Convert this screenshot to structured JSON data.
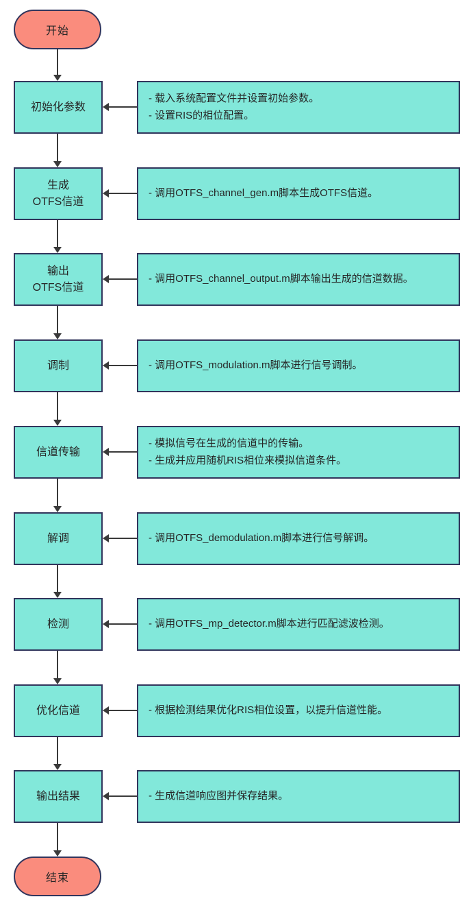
{
  "diagram": {
    "title_semantic": "OTFS-RIS simulation flowchart",
    "start_label": "开始",
    "end_label": "结束",
    "steps": [
      {
        "id": "init-params",
        "label": "初始化参数",
        "note": "- 载入系统配置文件并设置初始参数。\n- 设置RIS的相位配置。"
      },
      {
        "id": "gen-otfs-channel",
        "label": "生成\nOTFS信道",
        "note": "- 调用OTFS_channel_gen.m脚本生成OTFS信道。"
      },
      {
        "id": "output-otfs-channel",
        "label": "输出\nOTFS信道",
        "note": "- 调用OTFS_channel_output.m脚本输出生成的信道数据。"
      },
      {
        "id": "modulation",
        "label": "调制",
        "note": "- 调用OTFS_modulation.m脚本进行信号调制。"
      },
      {
        "id": "channel-transmission",
        "label": "信道传输",
        "note": "- 模拟信号在生成的信道中的传输。\n- 生成并应用随机RIS相位来模拟信道条件。"
      },
      {
        "id": "demodulation",
        "label": "解调",
        "note": "- 调用OTFS_demodulation.m脚本进行信号解调。"
      },
      {
        "id": "detection",
        "label": "检测",
        "note": "- 调用OTFS_mp_detector.m脚本进行匹配滤波检测。"
      },
      {
        "id": "optimize-channel",
        "label": "优化信道",
        "note": "- 根据检测结果优化RIS相位设置，以提升信道性能。"
      },
      {
        "id": "output-results",
        "label": "输出结果",
        "note": "- 生成信道响应图并保存结果。"
      }
    ],
    "colors": {
      "terminal_fill": "#fa8c7d",
      "process_fill": "#82e8da",
      "border": "#32355c",
      "arrow": "#3a3a3a",
      "background": "#ffffff"
    }
  }
}
